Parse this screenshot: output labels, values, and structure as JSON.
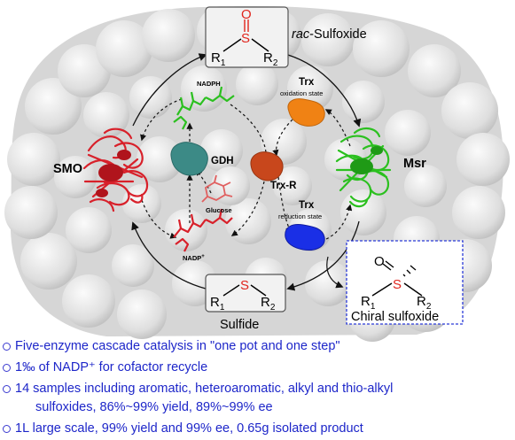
{
  "labels": {
    "rac_prefix": "rac",
    "rac_suffix": "-Sulfoxide",
    "r1": "R",
    "r1_sub": "1",
    "r2": "R",
    "r2_sub": "2",
    "s_atom": "S",
    "o_atom": "O",
    "sulfide": "Sulfide",
    "chiral_sulfoxide": "Chiral sulfoxide",
    "smo": "SMO",
    "msr": "Msr",
    "gdh": "GDH",
    "trx_r": "Trx-R",
    "trx_top": "Trx",
    "trx_top_state": "oxidation state",
    "trx_bottom": "Trx",
    "trx_bottom_state": "reduction state",
    "nadph": "NADPH",
    "nadp": "NADP",
    "nadp_sup": "+",
    "glucose": "Glucose"
  },
  "colors": {
    "smo_red": "#d8202a",
    "msr_green": "#2bc01f",
    "gdh_teal": "#3c8a86",
    "trxr_orange": "#c8471c",
    "trx_ox_orange": "#f08214",
    "trx_red_blue": "#1a2fe6",
    "bullet_blue": "#1d26c9",
    "sulfur_red": "#e0241c",
    "box_dash_blue": "#2a3ad8"
  },
  "bullets": [
    {
      "text": "Five-enzyme cascade catalysis in \"one pot and one step\""
    },
    {
      "text": "1‰ of NADP⁺ for cofactor recycle"
    },
    {
      "text": "14 samples including aromatic, heteroaromatic, alkyl and thio-alkyl",
      "cont": "sulfoxides, 86%~99% yield, 89%~99% ee"
    },
    {
      "text": "1L large scale, 99% yield and 99% ee, 0.65g isolated product"
    }
  ]
}
